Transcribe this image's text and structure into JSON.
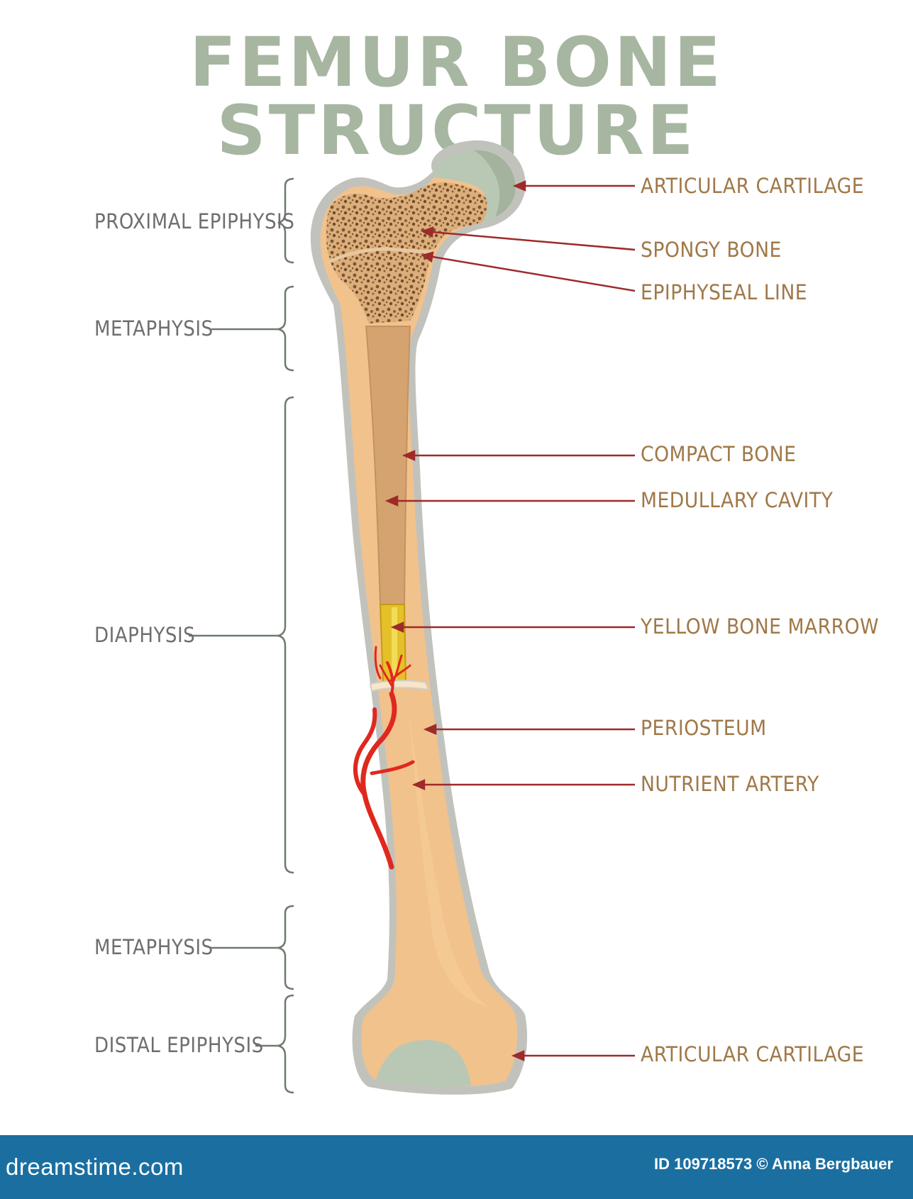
{
  "title": "FEMUR BONE STRUCTURE",
  "regions": {
    "proximal_epiphysis": "PROXIMAL EPIPHYSIS",
    "metaphysis_upper": "METAPHYSIS",
    "diaphysis": "DIAPHYSIS",
    "metaphysis_lower": "METAPHYSIS",
    "distal_epiphysis": "DISTAL EPIPHYSIS"
  },
  "parts": {
    "articular_cartilage_top": "ARTICULAR CARTILAGE",
    "spongy_bone": "SPONGY BONE",
    "epiphyseal_line": "EPIPHYSEAL LINE",
    "compact_bone": "COMPACT BONE",
    "medullary_cavity": "MEDULLARY CAVITY",
    "yellow_bone_marrow": "YELLOW BONE MARROW",
    "periosteum": "PERIOSTEUM",
    "nutrient_artery": "NUTRIENT ARTERY",
    "articular_cartilage_bottom": "ARTICULAR CARTILAGE"
  },
  "footer": {
    "brand": "dreamstime.com",
    "credit": "ID 109718573 © Anna Bergbauer"
  },
  "colors": {
    "title": "#a7b6a0",
    "region_text": "#6e6e6e",
    "part_text": "#a07848",
    "leader_line": "#9e2a2a",
    "bone": "#f2c28c",
    "cartilage": "#b9c8b4",
    "periosteum": "#c2c2bc",
    "artery": "#e0281e",
    "marrow": "#e6c028",
    "footer_bg": "#1a6fa0"
  }
}
